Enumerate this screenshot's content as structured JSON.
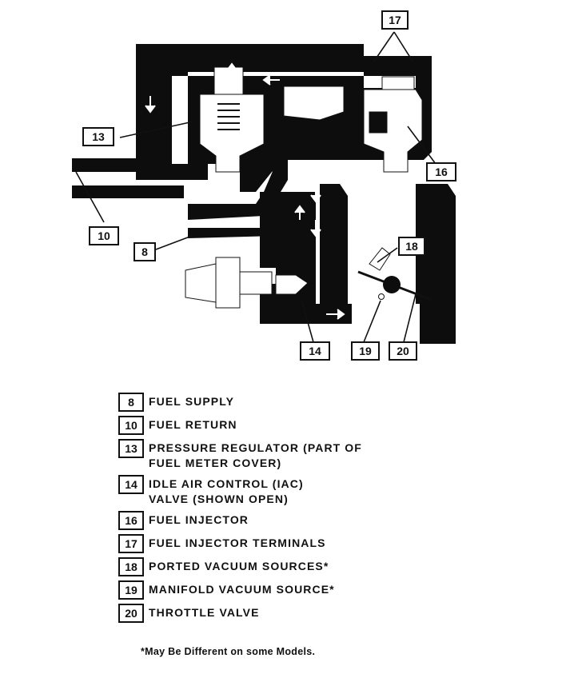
{
  "callouts": [
    {
      "id": "8",
      "label": "8"
    },
    {
      "id": "10",
      "label": "10"
    },
    {
      "id": "13",
      "label": "13"
    },
    {
      "id": "14",
      "label": "14"
    },
    {
      "id": "16",
      "label": "16"
    },
    {
      "id": "17",
      "label": "17"
    },
    {
      "id": "18",
      "label": "18"
    },
    {
      "id": "19",
      "label": "19"
    },
    {
      "id": "20",
      "label": "20"
    }
  ],
  "legend": [
    {
      "num": "8",
      "text": "FUEL SUPPLY"
    },
    {
      "num": "10",
      "text": "FUEL RETURN"
    },
    {
      "num": "13",
      "text": "PRESSURE REGULATOR (PART OF\nFUEL METER COVER)"
    },
    {
      "num": "14",
      "text": "IDLE AIR CONTROL (IAC)\nVALVE (SHOWN OPEN)"
    },
    {
      "num": "16",
      "text": "FUEL INJECTOR"
    },
    {
      "num": "17",
      "text": "FUEL INJECTOR TERMINALS"
    },
    {
      "num": "18",
      "text": "PORTED VACUUM SOURCES*"
    },
    {
      "num": "19",
      "text": "MANIFOLD VACUUM SOURCE*"
    },
    {
      "num": "20",
      "text": "THROTTLE VALVE"
    }
  ],
  "footnote": "*May Be Different on some Models."
}
